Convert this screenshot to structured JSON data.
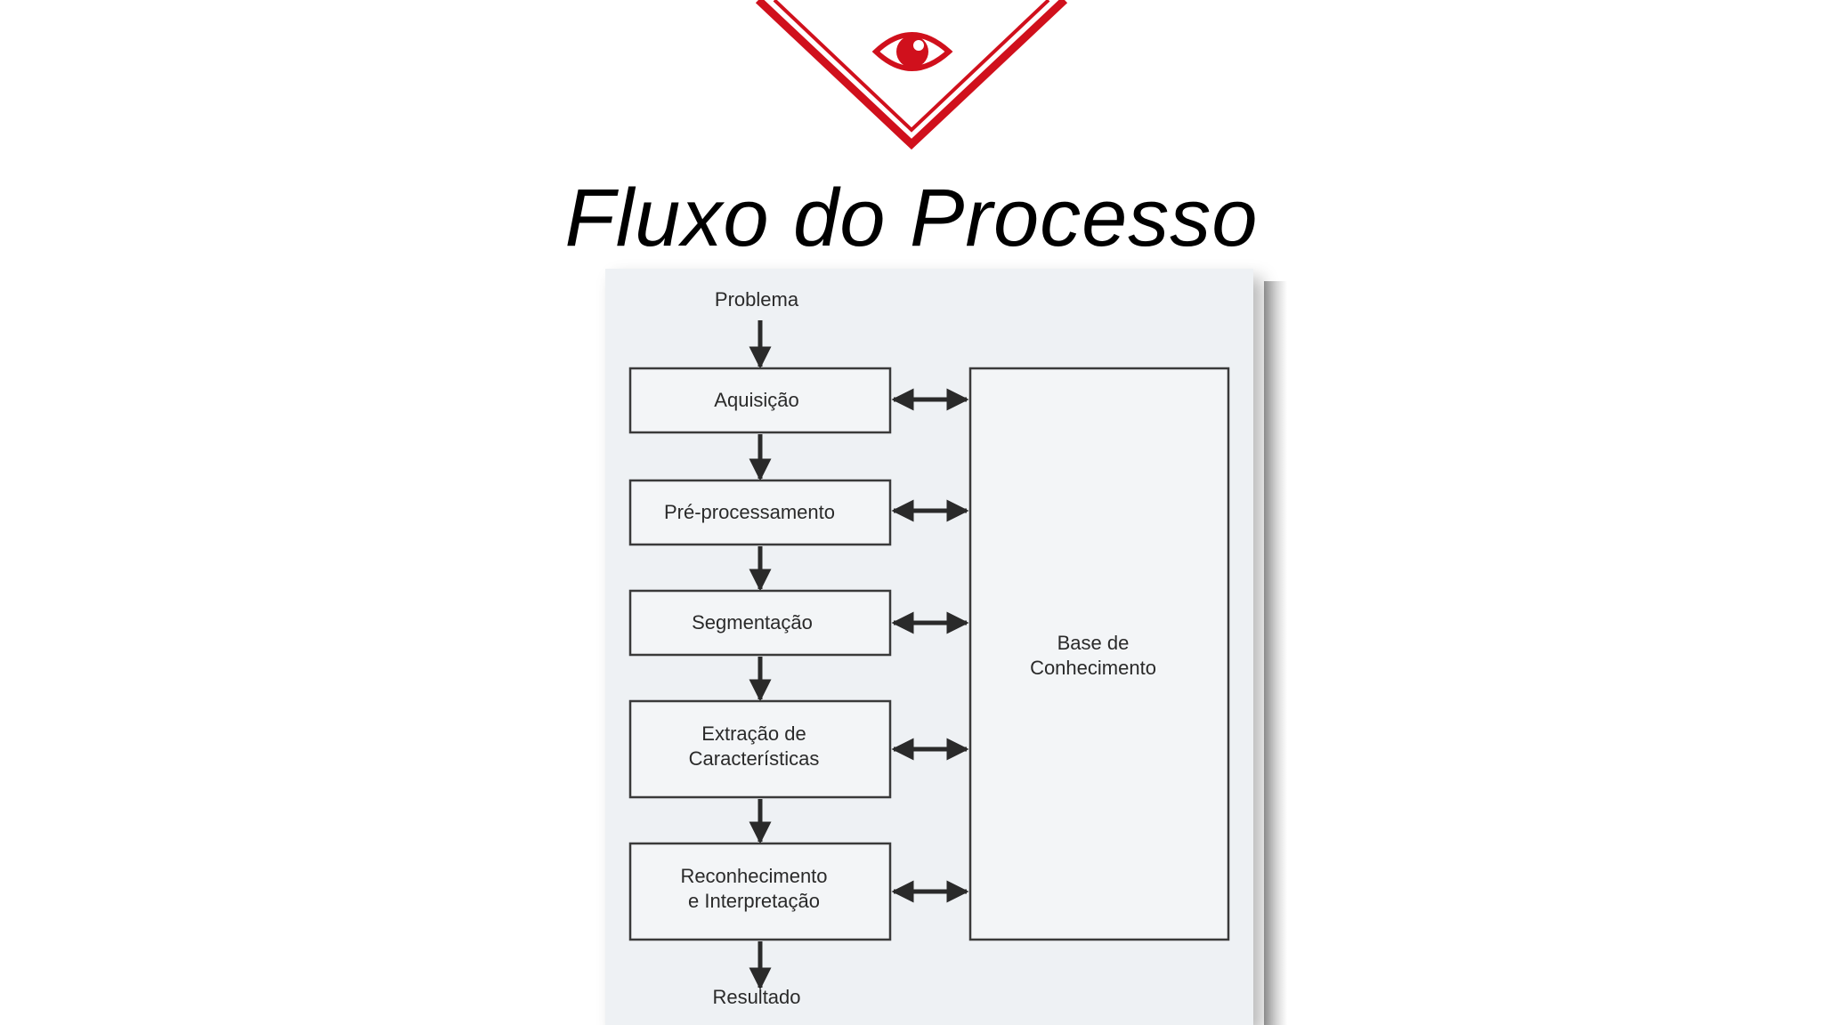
{
  "slide": {
    "title": "Fluxo do Processo"
  },
  "logo": {
    "icon": "eye-icon",
    "color": "#d0101c"
  },
  "diagram": {
    "input_label": "Problema",
    "output_label": "Resultado",
    "steps": [
      {
        "line1": "Aquisição",
        "line2": ""
      },
      {
        "line1": "Pré-processamento",
        "line2": ""
      },
      {
        "line1": "Segmentação",
        "line2": ""
      },
      {
        "line1": "Extração de",
        "line2": "Características"
      },
      {
        "line1": "Reconhecimento",
        "line2": "e Interpretação"
      }
    ],
    "knowledge_base": {
      "line1": "Base de",
      "line2": "Conhecimento"
    }
  }
}
